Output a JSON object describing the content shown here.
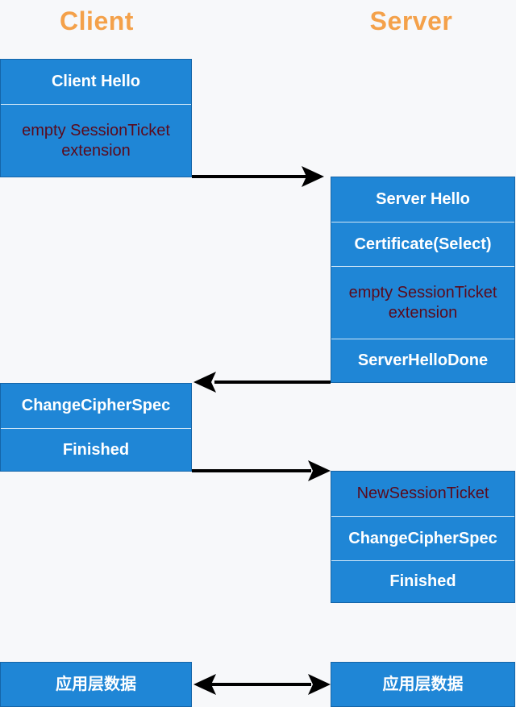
{
  "titles": {
    "client": "Client",
    "server": "Server",
    "color": "#f4a14a"
  },
  "colors": {
    "box": "#1f86d6",
    "box_border": "#1565a8",
    "divider": "#cfe6f7",
    "text": "#ffffff",
    "dark_text": "#5a0a1c",
    "arrow": "#000000"
  },
  "client_hello": {
    "title": "Client Hello",
    "ext": "empty SessionTicket\nextension"
  },
  "server_hello": {
    "title": "Server Hello",
    "cert": "Certificate(Select)",
    "ext": "empty SessionTicket\nextension",
    "done": "ServerHelloDone"
  },
  "client_finish": {
    "ccs": "ChangeCipherSpec",
    "finished": "Finished"
  },
  "server_finish": {
    "ticket": "NewSessionTicket",
    "ccs": "ChangeCipherSpec",
    "finished": "Finished"
  },
  "app_data": {
    "client": "应用层数据",
    "server": "应用层数据"
  }
}
